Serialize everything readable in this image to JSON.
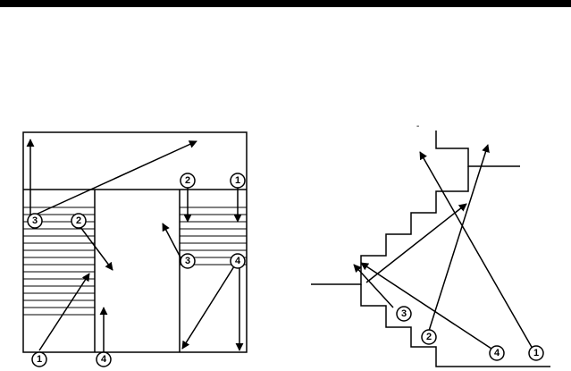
{
  "colors": {
    "ink": "#000000",
    "paper": "#ffffff"
  },
  "plan_view": {
    "markers": [
      {
        "id": "plan-marker-1-bottom-left",
        "label": "1"
      },
      {
        "id": "plan-marker-2-left-flight",
        "label": "2"
      },
      {
        "id": "plan-marker-3-left-flight",
        "label": "3"
      },
      {
        "id": "plan-marker-4-bottom",
        "label": "4"
      },
      {
        "id": "plan-marker-2-right-top",
        "label": "2"
      },
      {
        "id": "plan-marker-1-right-top",
        "label": "1"
      },
      {
        "id": "plan-marker-3-right-flight",
        "label": "3"
      },
      {
        "id": "plan-marker-4-right-flight",
        "label": "4"
      }
    ]
  },
  "section_view": {
    "tick_label": "-",
    "markers": [
      {
        "id": "section-marker-3",
        "label": "3"
      },
      {
        "id": "section-marker-2",
        "label": "2"
      },
      {
        "id": "section-marker-4",
        "label": "4"
      },
      {
        "id": "section-marker-1",
        "label": "1"
      }
    ]
  }
}
